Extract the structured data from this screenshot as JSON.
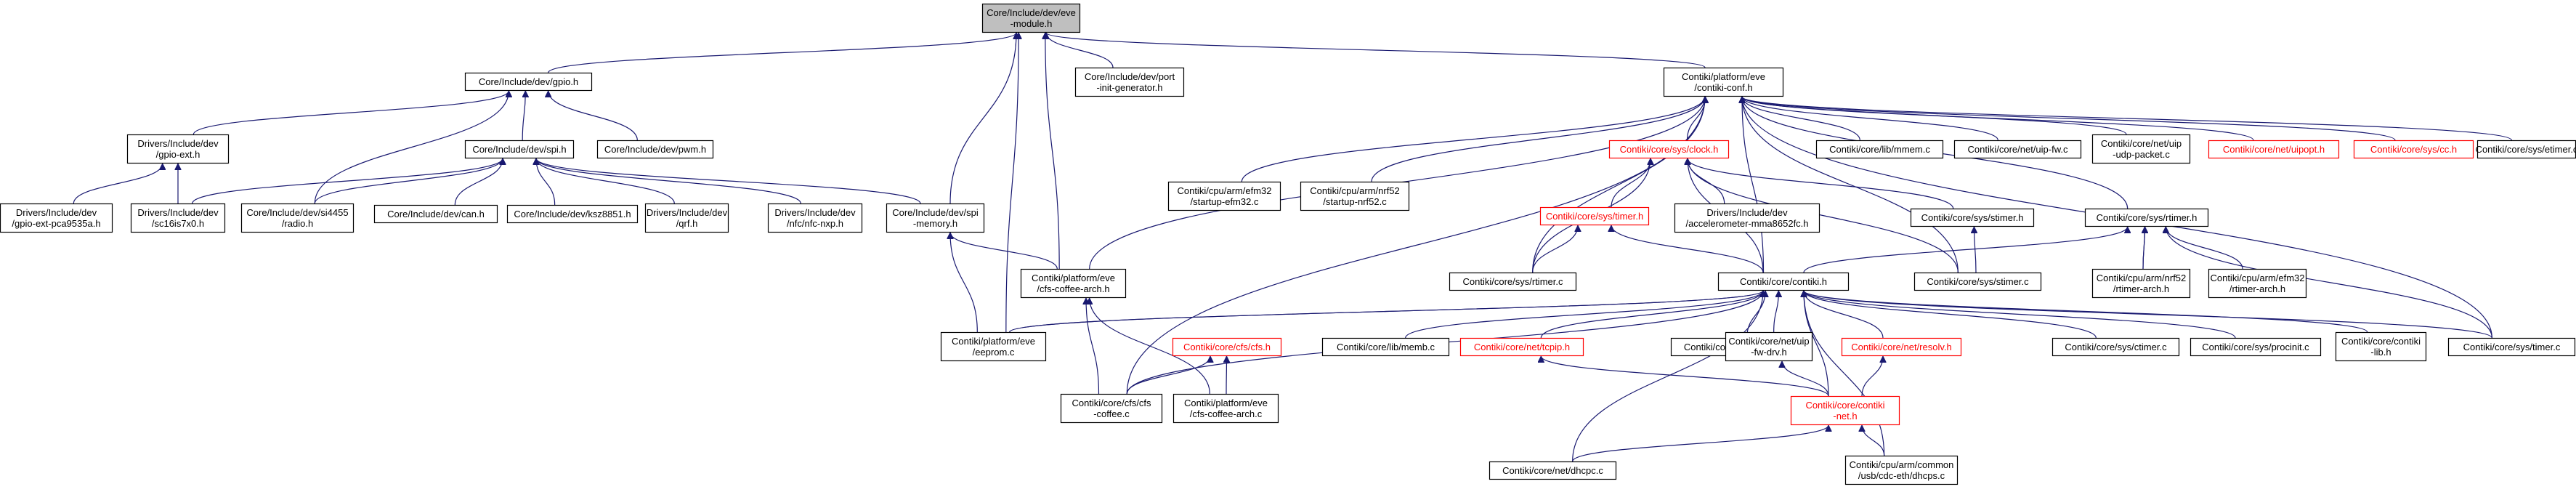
{
  "colors": {
    "edge": "#191970",
    "root_fill": "#bfbfbf",
    "node_border": "#000000",
    "missing_border": "#ff0000"
  },
  "nodes": [
    {
      "id": "n0",
      "lines": [
        "Core/Include/dev/eve",
        "-module.h"
      ],
      "style": "root"
    },
    {
      "id": "n1",
      "lines": [
        "Core/Include/dev/gpio.h"
      ],
      "style": "normal"
    },
    {
      "id": "n2",
      "lines": [
        "Core/Include/dev/port",
        "-init-generator.h"
      ],
      "style": "normal"
    },
    {
      "id": "n3",
      "lines": [
        "Contiki/platform/eve",
        "/contiki-conf.h"
      ],
      "style": "normal"
    },
    {
      "id": "n4",
      "lines": [
        "Drivers/Include/dev",
        "/gpio-ext.h"
      ],
      "style": "normal"
    },
    {
      "id": "n5",
      "lines": [
        "Core/Include/dev/spi.h"
      ],
      "style": "normal"
    },
    {
      "id": "n6",
      "lines": [
        "Core/Include/dev/pwm.h"
      ],
      "style": "normal"
    },
    {
      "id": "n7",
      "lines": [
        "Drivers/Include/dev",
        "/gpio-ext-pca9535a.h"
      ],
      "style": "normal"
    },
    {
      "id": "n8",
      "lines": [
        "Drivers/Include/dev",
        "/sc16is7x0.h"
      ],
      "style": "normal"
    },
    {
      "id": "n9",
      "lines": [
        "Core/Include/dev/si4455",
        "/radio.h"
      ],
      "style": "normal"
    },
    {
      "id": "n10",
      "lines": [
        "Core/Include/dev/can.h"
      ],
      "style": "normal"
    },
    {
      "id": "n11",
      "lines": [
        "Core/Include/dev/ksz8851.h"
      ],
      "style": "normal"
    },
    {
      "id": "n12",
      "lines": [
        "Drivers/Include/dev",
        "/qrf.h"
      ],
      "style": "normal"
    },
    {
      "id": "n13",
      "lines": [
        "Drivers/Include/dev",
        "/nfc/nfc-nxp.h"
      ],
      "style": "normal"
    },
    {
      "id": "n14",
      "lines": [
        "Core/Include/dev/spi",
        "-memory.h"
      ],
      "style": "normal"
    },
    {
      "id": "n15",
      "lines": [
        "Contiki/platform/eve",
        "/cfs-coffee-arch.h"
      ],
      "style": "normal"
    },
    {
      "id": "n16",
      "lines": [
        "Contiki/platform/eve",
        "/eeprom.c"
      ],
      "style": "normal"
    },
    {
      "id": "n17",
      "lines": [
        "Contiki/core/cfs/cfs",
        "-coffee.c"
      ],
      "style": "normal"
    },
    {
      "id": "n18",
      "lines": [
        "Contiki/platform/eve",
        "/cfs-coffee-arch.c"
      ],
      "style": "normal"
    },
    {
      "id": "n19",
      "lines": [
        "Contiki/core/cfs/cfs.h"
      ],
      "style": "red"
    },
    {
      "id": "n20",
      "lines": [
        "Contiki/cpu/arm/efm32",
        "/startup-efm32.c"
      ],
      "style": "normal"
    },
    {
      "id": "n21",
      "lines": [
        "Contiki/cpu/arm/nrf52",
        "/startup-nrf52.c"
      ],
      "style": "normal"
    },
    {
      "id": "n22",
      "lines": [
        "Contiki/core/sys/clock.h"
      ],
      "style": "red"
    },
    {
      "id": "n23",
      "lines": [
        "Contiki/core/lib/mmem.c"
      ],
      "style": "normal"
    },
    {
      "id": "n24",
      "lines": [
        "Contiki/core/net/uip-fw.c"
      ],
      "style": "normal"
    },
    {
      "id": "n25",
      "lines": [
        "Contiki/core/net/uip",
        "-udp-packet.c"
      ],
      "style": "normal"
    },
    {
      "id": "n26",
      "lines": [
        "Contiki/core/net/uipopt.h"
      ],
      "style": "red"
    },
    {
      "id": "n27",
      "lines": [
        "Contiki/core/sys/cc.h"
      ],
      "style": "red"
    },
    {
      "id": "n28",
      "lines": [
        "Contiki/core/sys/etimer.c"
      ],
      "style": "normal"
    },
    {
      "id": "n29",
      "lines": [
        "Contiki/core/sys/timer.h"
      ],
      "style": "red"
    },
    {
      "id": "n30",
      "lines": [
        "Drivers/Include/dev",
        "/accelerometer-mma8652fc.h"
      ],
      "style": "normal"
    },
    {
      "id": "n31",
      "lines": [
        "Contiki/core/sys/stimer.h"
      ],
      "style": "normal"
    },
    {
      "id": "n32",
      "lines": [
        "Contiki/core/sys/rtimer.h"
      ],
      "style": "normal"
    },
    {
      "id": "n33",
      "lines": [
        "Contiki/core/sys/rtimer.c"
      ],
      "style": "normal"
    },
    {
      "id": "n34",
      "lines": [
        "Contiki/core/contiki.h"
      ],
      "style": "normal"
    },
    {
      "id": "n35",
      "lines": [
        "Contiki/core/sys/stimer.c"
      ],
      "style": "normal"
    },
    {
      "id": "n36",
      "lines": [
        "Contiki/cpu/arm/nrf52",
        "/rtimer-arch.h"
      ],
      "style": "normal"
    },
    {
      "id": "n37",
      "lines": [
        "Contiki/cpu/arm/efm32",
        "/rtimer-arch.h"
      ],
      "style": "normal"
    },
    {
      "id": "n38",
      "lines": [
        "Contiki/core/lib/memb.c"
      ],
      "style": "normal"
    },
    {
      "id": "n39",
      "lines": [
        "Contiki/core/net/tcpip.h"
      ],
      "style": "red"
    },
    {
      "id": "n40",
      "lines": [
        "Contiki/core/sys/arg.c"
      ],
      "style": "normal"
    },
    {
      "id": "n41",
      "lines": [
        "Contiki/core/net/uip",
        "-fw-drv.h"
      ],
      "style": "normal"
    },
    {
      "id": "n42",
      "lines": [
        "Contiki/core/net/resolv.h"
      ],
      "style": "red"
    },
    {
      "id": "n43",
      "lines": [
        "Contiki/core/sys/ctimer.c"
      ],
      "style": "normal"
    },
    {
      "id": "n44",
      "lines": [
        "Contiki/core/sys/procinit.c"
      ],
      "style": "normal"
    },
    {
      "id": "n45",
      "lines": [
        "Contiki/core/contiki",
        "-lib.h"
      ],
      "style": "normal"
    },
    {
      "id": "n46",
      "lines": [
        "Contiki/core/sys/timer.c"
      ],
      "style": "normal"
    },
    {
      "id": "n47",
      "lines": [
        "Contiki/core/contiki",
        "-net.h"
      ],
      "style": "red"
    },
    {
      "id": "n48",
      "lines": [
        "Contiki/core/net/dhcpc.c"
      ],
      "style": "normal"
    },
    {
      "id": "n49",
      "lines": [
        "Contiki/cpu/arm/common",
        "/usb/cdc-eth/dhcps.c"
      ],
      "style": "normal"
    }
  ]
}
